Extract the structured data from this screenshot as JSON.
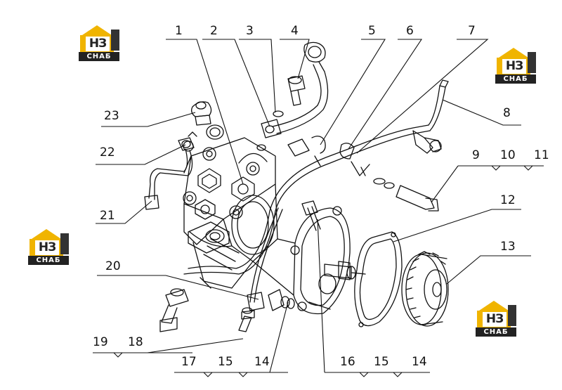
{
  "brand": {
    "mark": "НЗ",
    "word": "СНАБ"
  },
  "callouts": [
    "1",
    "2",
    "3",
    "4",
    "5",
    "6",
    "7",
    "8",
    "9",
    "10",
    "11",
    "12",
    "13",
    "14",
    "15",
    "16",
    "17",
    "18",
    "19",
    "20",
    "21",
    "22",
    "23"
  ],
  "callouts_bottom": [
    "14",
    "15",
    "17"
  ],
  "colors": {
    "brand_yellow": "#f0b400",
    "brand_dark": "#222222",
    "line": "#111111"
  }
}
